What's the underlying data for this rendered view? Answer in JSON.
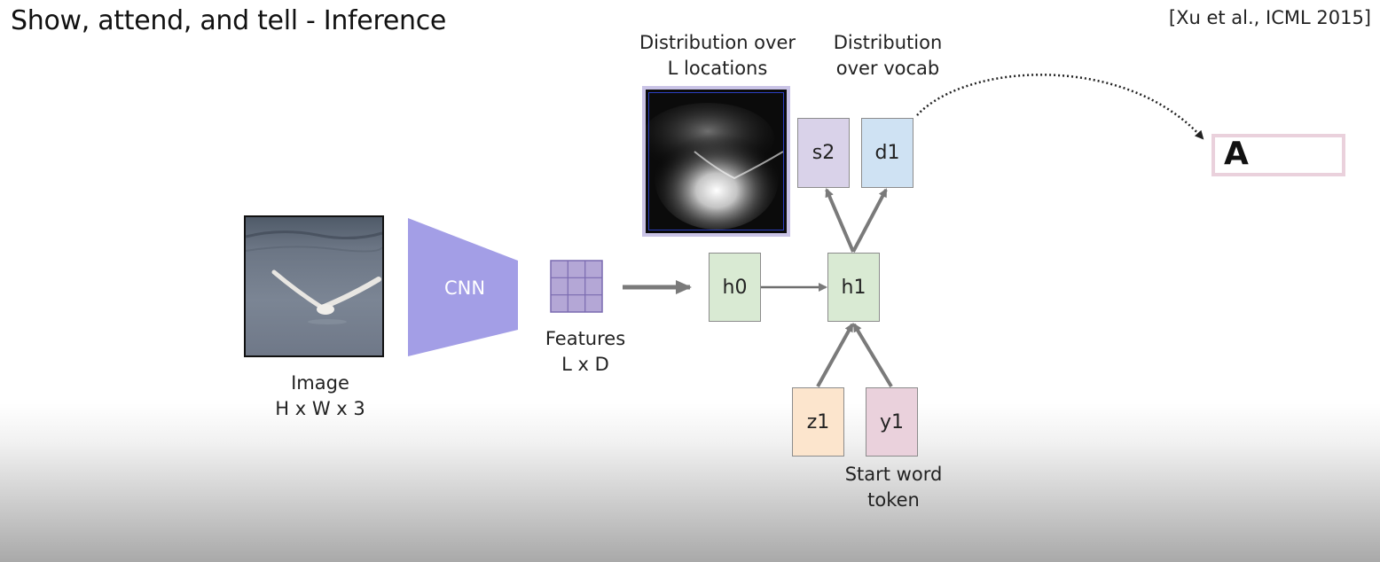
{
  "title": {
    "main": "Show, attend, and tell",
    "separator": " - ",
    "sub": "Inference"
  },
  "citation": "[Xu et al., ICML 2015]",
  "image_label": {
    "line1": "Image",
    "line2": "H x W x 3"
  },
  "cnn_label": "CNN",
  "features_label": {
    "line1": "Features",
    "line2": "L x D"
  },
  "nodes": {
    "h0": "h0",
    "h1": "h1",
    "s2": "s2",
    "d1": "d1",
    "z1": "z1",
    "y1": "y1"
  },
  "attention_label": {
    "line1": "Distribution over",
    "line2": "L locations"
  },
  "vocab_label": {
    "line1": "Distribution",
    "line2": "over vocab"
  },
  "start_token_label": {
    "line1": "Start word",
    "line2": "token"
  },
  "output_word": "A",
  "colors": {
    "cnn": "#a39ee6",
    "feature_grid": "#b4a7d6",
    "arrow": "#7a7a7a"
  }
}
